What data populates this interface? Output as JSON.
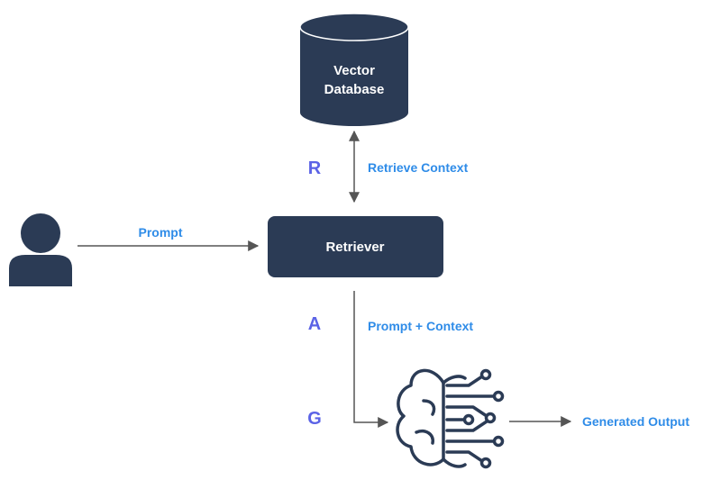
{
  "diagram": {
    "nodes": {
      "database": {
        "line1": "Vector",
        "line2": "Database",
        "icon": "database-cylinder-icon"
      },
      "retriever": {
        "label": "Retriever"
      },
      "user": {
        "icon": "user-icon"
      },
      "llm": {
        "icon": "brain-circuit-icon"
      }
    },
    "edges": {
      "prompt": "Prompt",
      "retrieve": "Retrieve Context",
      "augment": "Prompt + Context",
      "output": "Generated Output"
    },
    "steps": {
      "r": "R",
      "a": "A",
      "g": "G"
    },
    "colors": {
      "node": "#2b3b55",
      "edge_label": "#2f8ce8",
      "step": "#5b63e6",
      "arrow": "#555555"
    }
  }
}
